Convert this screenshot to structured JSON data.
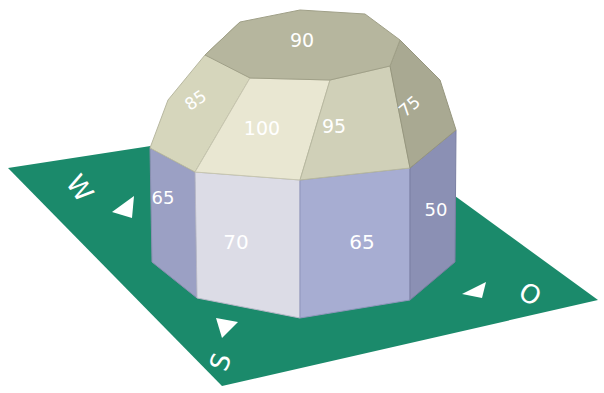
{
  "diagram": {
    "labels": [
      "90",
      "85",
      "100",
      "95",
      "75",
      "65",
      "70",
      "65",
      "50",
      "W",
      "S",
      "O"
    ]
  }
}
